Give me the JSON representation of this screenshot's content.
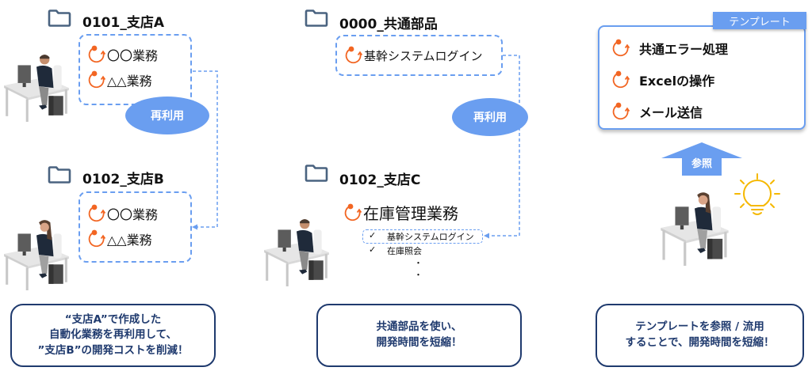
{
  "panels": {
    "left": {
      "folder_a": {
        "title": "0101_支店A",
        "items": [
          "〇〇業務",
          "△△業務"
        ]
      },
      "reuse_label": "再利用",
      "folder_b": {
        "title": "0102_支店B",
        "items": [
          "〇〇業務",
          "△△業務"
        ]
      },
      "caption": "“支店A”で作成した\n自動化業務を再利用して、\n”支店B”の開発コストを削減！"
    },
    "middle": {
      "folder_common": {
        "title": "0000_共通部品",
        "items": [
          "基幹システムログイン"
        ]
      },
      "reuse_label": "再利用",
      "folder_c": {
        "title": "0102_支店C",
        "process": "在庫管理業務",
        "steps": [
          {
            "check": "✓",
            "label": "基幹システムログイン"
          },
          {
            "check": "✓",
            "label": "在庫照会"
          }
        ],
        "ellipsis": [
          "・",
          "・"
        ]
      },
      "caption": "共通部品を使い、\n開発時間を短縮！"
    },
    "right": {
      "template_tab": "テンプレート",
      "template_items": [
        "共通エラー処理",
        "Excelの操作",
        "メール送信"
      ],
      "reference_label": "参照",
      "caption": "テンプレートを参照 / 流用\nすることで、開発時間を短縮！"
    }
  },
  "icons": {
    "folder": "folder-icon",
    "process_loop": "loop-icon",
    "person": "person-at-desk-icon",
    "idea": "lightbulb-icon",
    "arrow": "arrow-up-icon"
  },
  "colors": {
    "accent_blue": "#6a9ef0",
    "navy": "#1f3a6e",
    "loop_orange": "#f26522",
    "folder_slate": "#4a6380",
    "bulb_yellow": "#f5b800"
  }
}
